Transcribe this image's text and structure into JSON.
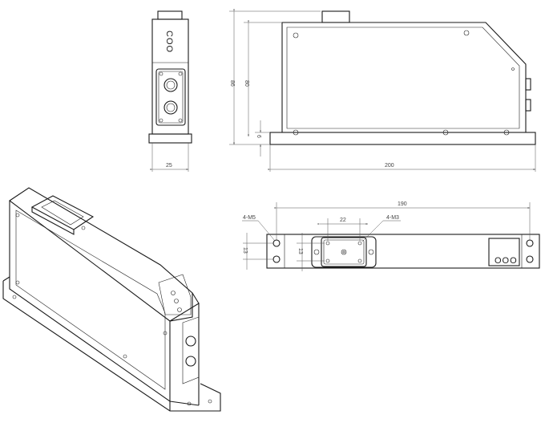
{
  "drawing": {
    "front_view": {
      "label_marking": "COO",
      "dim_width": "25"
    },
    "side_view": {
      "dim_height_total": "86",
      "dim_height_body": "80",
      "dim_base": "6",
      "dim_length": "200"
    },
    "top_view": {
      "dim_hole_spacing": "190",
      "dim_connector_width": "22",
      "dim_left_height": "13",
      "dim_connector_height": "13",
      "callout_left_holes": "4-M5",
      "callout_connector_holes": "4-M3",
      "panel_marking": "OOO"
    }
  }
}
